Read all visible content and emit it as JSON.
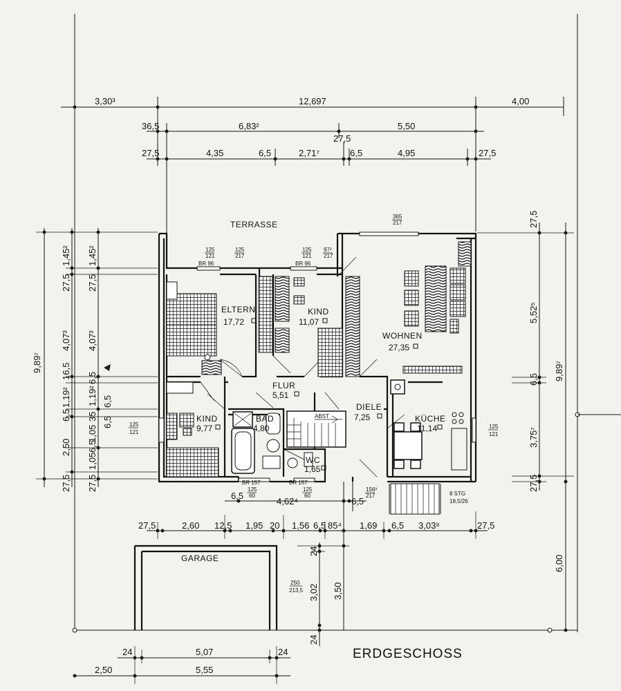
{
  "title": "ERDGESCHOSS",
  "top_dims": {
    "row1": [
      "3,30³",
      "12,697",
      "4,00"
    ],
    "row2": [
      "36,5",
      "6,83²",
      "27,5",
      "5,50"
    ],
    "row3": [
      "27,5",
      "4,35",
      "6,5",
      "2,71⁷",
      "6,5",
      "4,95",
      "27,5"
    ]
  },
  "bottom_dims": {
    "row1": [
      "6,5",
      "4,62⁴",
      "6,5"
    ],
    "row2": [
      "27,5",
      "2,60",
      "12,5",
      "1,95",
      "20",
      "1,56",
      "6,5",
      "85⁴",
      "1,69",
      "6,5",
      "3,03⁸",
      "27,5"
    ],
    "garage_row1": [
      "24",
      "5,07",
      "24"
    ],
    "garage_row2": [
      "2,50",
      "5,55"
    ],
    "garage_vert": [
      "24",
      "3,02",
      "3,50",
      "24"
    ]
  },
  "left_dims": {
    "outer": [
      "9,89⁷"
    ],
    "col1": [
      "1,45²",
      "27,5",
      "4,07³",
      "16,5",
      "1,19²",
      "6,5",
      "2,50",
      "27,5"
    ],
    "col2": [
      "1,45²",
      "27,5",
      "4,07³",
      "6,5",
      "1,19²",
      "35",
      "1,05",
      "6,5",
      "1,05",
      "27,5"
    ],
    "col3": [
      "6,5",
      "6,5"
    ]
  },
  "right_dims": {
    "col1": [
      "27,5",
      "5,52⁵",
      "6,5",
      "3,75⁷",
      "27,5"
    ],
    "outer": [
      "9,89⁷"
    ],
    "garage": [
      "6,00"
    ]
  },
  "rooms": [
    {
      "name": "TERRASSE",
      "area": ""
    },
    {
      "name": "ELTERN",
      "area": "17,72"
    },
    {
      "name": "KIND",
      "area": "11,07"
    },
    {
      "name": "WOHNEN",
      "area": "27,35"
    },
    {
      "name": "FLUR",
      "area": "5,51"
    },
    {
      "name": "DIELE",
      "area": "7,25"
    },
    {
      "name": "KIND",
      "area": "9,77"
    },
    {
      "name": "BAD",
      "area": "4,80"
    },
    {
      "name": "WC",
      "area": "1,65"
    },
    {
      "name": "KÜCHE",
      "area": "11,14"
    },
    {
      "name": "GARAGE",
      "area": ""
    }
  ],
  "openings": {
    "br96_a": "BR 96",
    "br96_b": "BR 96",
    "br157_a": "BR 157",
    "br157_b": "BR 157",
    "abst": "ABST",
    "stg": "8 STG",
    "stg_dim": "18,5/26",
    "f1": [
      "125",
      "121"
    ],
    "f2": [
      "125",
      "217"
    ],
    "f3": [
      "125",
      "121"
    ],
    "f4": [
      "97²",
      "217"
    ],
    "f5": [
      "365",
      "217"
    ],
    "f6": [
      "125",
      "121"
    ],
    "f7": [
      "125",
      "121"
    ],
    "f8": [
      "125",
      "60"
    ],
    "f9": [
      "125",
      "60"
    ],
    "f10": [
      "156³",
      "217"
    ],
    "f11": [
      "250",
      "213,5"
    ]
  },
  "colors": {
    "ink": "#111111",
    "paper": "#f3f2ee"
  }
}
